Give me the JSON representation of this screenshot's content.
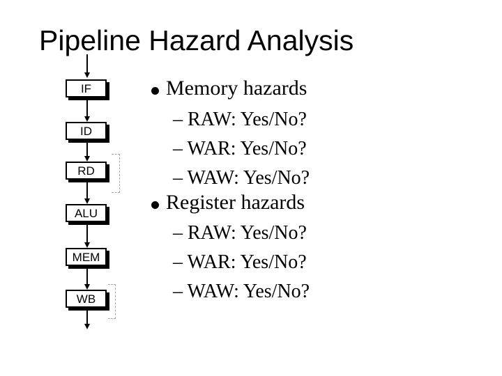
{
  "slide": {
    "title": "Pipeline Hazard Analysis",
    "pipeline": {
      "stages": [
        "IF",
        "ID",
        "RD",
        "ALU",
        "MEM",
        "WB"
      ]
    },
    "bullets": [
      {
        "label": "Memory hazards",
        "subitems": [
          "– RAW: Yes/No?",
          "– WAR: Yes/No?",
          "– WAW: Yes/No?"
        ]
      },
      {
        "label": "Register hazards",
        "subitems": [
          "– RAW: Yes/No?",
          "– WAR: Yes/No?",
          "– WAW: Yes/No?"
        ]
      }
    ],
    "colors": {
      "background": "#ffffff",
      "text": "#000000",
      "box_fill": "#ffffff",
      "box_border": "#000000",
      "box_shadow": "#000000",
      "bracket": "#a8a8a8"
    },
    "icons": {
      "bullet": "filled-circle",
      "arrow": "down-arrow"
    }
  }
}
